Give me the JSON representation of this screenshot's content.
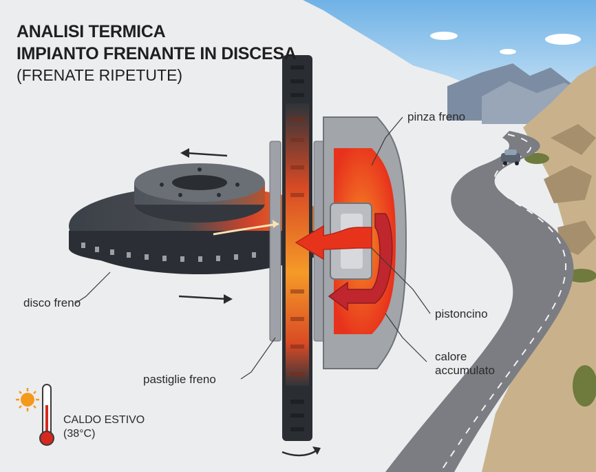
{
  "title": {
    "line1": "ANALISI TERMICA",
    "line2": "IMPIANTO FRENANTE IN DISCESA",
    "line3": "(FRENATE RIPETUTE)"
  },
  "labels": {
    "caliper": "pinza freno",
    "disc": "disco freno",
    "piston": "pistoncino",
    "pads": "pastiglie freno",
    "heat_line1": "calore",
    "heat_line2": "accumulato"
  },
  "condition": {
    "line1": "CALDO ESTIVO",
    "line2": "(38°C)",
    "icons": [
      "sun-icon",
      "thermometer-icon"
    ]
  },
  "colors": {
    "heat_hot": "#e8331c",
    "heat_warm": "#f7931e",
    "heat_arrow": "#c0262d",
    "metal_dark": "#3b4149",
    "caliper_gray": "#8e9196",
    "sky": "#8fc3ea",
    "road": "#7b7d82"
  }
}
